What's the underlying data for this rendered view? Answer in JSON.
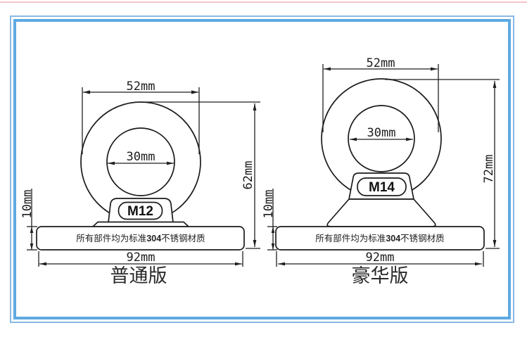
{
  "accent": {
    "top_line_color": "#f3c5c8",
    "frame_inner_color": "#5ea9e2",
    "frame_outer_color": "#8ab8e4",
    "line_color": "#1b1b1b"
  },
  "diagrams": {
    "left": {
      "caption": "普通版",
      "thread": "M12",
      "dim_outer": "52mm",
      "dim_inner": "30mm",
      "dim_height": "62mm",
      "dim_base_height": "10mm",
      "dim_base_width": "92mm",
      "note_prefix": "所有部件均为标准",
      "note_bold": "304",
      "note_suffix": "不锈钢材质"
    },
    "right": {
      "caption": "豪华版",
      "thread": "M14",
      "dim_outer": "52mm",
      "dim_inner": "30mm",
      "dim_height": "72mm",
      "dim_base_height": "10mm",
      "dim_base_width": "92mm",
      "note_prefix": "所有部件均为标准",
      "note_bold": "304",
      "note_suffix": "不锈钢材质"
    }
  }
}
